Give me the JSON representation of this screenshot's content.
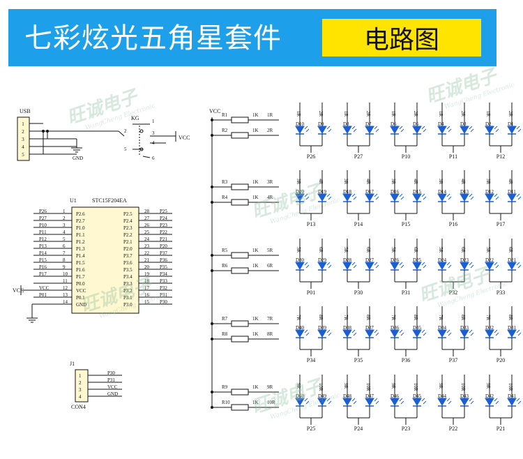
{
  "banner": {
    "title": "七彩炫光五角星套件",
    "badge": "电路图"
  },
  "watermark": {
    "name": "旺诚电子",
    "sub": "WangCheng Electronic"
  },
  "usb": {
    "ref": "USB",
    "pins": [
      "1",
      "2",
      "3",
      "4",
      "5"
    ],
    "gnd": "GND"
  },
  "switch": {
    "ref": "KG",
    "pins": [
      "1",
      "2",
      "3",
      "4",
      "5",
      "6"
    ],
    "vcc": "VCC"
  },
  "mcu": {
    "ref": "U1",
    "part": "STC15F204EA",
    "left_nets": [
      "P26",
      "P27",
      "P10",
      "P11",
      "P12",
      "P13",
      "P14",
      "P15",
      "P16",
      "P17",
      "",
      "VCC",
      "P01",
      ""
    ],
    "left_nums": [
      "1",
      "2",
      "3",
      "4",
      "5",
      "6",
      "7",
      "8",
      "9",
      "10",
      "11",
      "12",
      "13",
      "14"
    ],
    "left_pins": [
      "P2.6",
      "P2.7",
      "P1.0",
      "P1.1",
      "P1.2",
      "P1.3",
      "P1.4",
      "P1.5",
      "P1.6",
      "P1.7",
      "P0.0",
      "VCC",
      "P0.1",
      "GND"
    ],
    "right_pins": [
      "P2.5",
      "P2.4",
      "P2.3",
      "P2.2",
      "P2.1",
      "P2.0",
      "P3.7",
      "P3.6",
      "P3.5",
      "P3.4",
      "P3.3",
      "P3.2",
      "P3.1",
      "P3.0"
    ],
    "right_nums": [
      "28",
      "27",
      "26",
      "25",
      "24",
      "23",
      "22",
      "21",
      "20",
      "19",
      "18",
      "17",
      "16",
      "15"
    ],
    "right_nets": [
      "P25",
      "P24",
      "P23",
      "P22",
      "P21",
      "P20",
      "P37",
      "P36",
      "P35",
      "P34",
      "P33",
      "P32",
      "P31",
      "P30"
    ],
    "vcc": "VCC"
  },
  "conn": {
    "ref": "J1",
    "part": "CON4",
    "pins": [
      "1",
      "2",
      "3",
      "4"
    ],
    "nets": [
      "P30",
      "P31",
      "VCC",
      "GND"
    ]
  },
  "resistors": {
    "vcc": "VCC",
    "items": [
      {
        "ref": "R1",
        "val": "1K",
        "net": "1R"
      },
      {
        "ref": "R2",
        "val": "1K",
        "net": "2R"
      },
      {
        "ref": "R3",
        "val": "1K",
        "net": "3R"
      },
      {
        "ref": "R4",
        "val": "1K",
        "net": "4R"
      },
      {
        "ref": "R5",
        "val": "1K",
        "net": "5R"
      },
      {
        "ref": "R6",
        "val": "1K",
        "net": "6R"
      },
      {
        "ref": "R7",
        "val": "1K",
        "net": "7R"
      },
      {
        "ref": "R8",
        "val": "1K",
        "net": "8R"
      },
      {
        "ref": "R9",
        "val": "1K",
        "net": "9R"
      },
      {
        "ref": "R10",
        "val": "1K",
        "net": "10R"
      }
    ]
  },
  "leds": {
    "rows": [
      {
        "groups": [
          {
            "d": [
              "D10",
              "D9"
            ],
            "top": [
              "1R",
              "2R"
            ],
            "net": "P26"
          },
          {
            "d": [
              "D8",
              "D7"
            ],
            "top": [
              "1R",
              "2R"
            ],
            "net": "P27"
          },
          {
            "d": [
              "D6",
              "D5"
            ],
            "top": [
              "1R",
              "2R"
            ],
            "net": "P10"
          },
          {
            "d": [
              "D4",
              "D3"
            ],
            "top": [
              "1R",
              "2R"
            ],
            "net": "P11"
          },
          {
            "d": [
              "D2",
              "D1"
            ],
            "top": [
              "1R",
              "2R"
            ],
            "net": "P12"
          }
        ]
      },
      {
        "groups": [
          {
            "d": [
              "D20",
              "D19"
            ],
            "top": [
              "3R",
              "4R"
            ],
            "net": "P13"
          },
          {
            "d": [
              "D18",
              "D17"
            ],
            "top": [
              "3R",
              "4R"
            ],
            "net": "P14"
          },
          {
            "d": [
              "D16",
              "D15"
            ],
            "top": [
              "3R",
              "4R"
            ],
            "net": "P15"
          },
          {
            "d": [
              "D14",
              "D13"
            ],
            "top": [
              "3R",
              "4R"
            ],
            "net": "P16"
          },
          {
            "d": [
              "D12",
              "D11"
            ],
            "top": [
              "3R",
              "4R"
            ],
            "net": "P17"
          }
        ]
      },
      {
        "groups": [
          {
            "d": [
              "D30",
              "D29"
            ],
            "top": [
              "5R",
              "6R"
            ],
            "net": "P01"
          },
          {
            "d": [
              "D28",
              "D27"
            ],
            "top": [
              "5R",
              "6R"
            ],
            "net": "P30"
          },
          {
            "d": [
              "D26",
              "D25"
            ],
            "top": [
              "5R",
              "6R"
            ],
            "net": "P31"
          },
          {
            "d": [
              "D24",
              "D23"
            ],
            "top": [
              "5R",
              "6R"
            ],
            "net": "P32"
          },
          {
            "d": [
              "D22",
              "D21"
            ],
            "top": [
              "5R",
              "6R"
            ],
            "net": "P33"
          }
        ]
      },
      {
        "groups": [
          {
            "d": [
              "D40",
              "D39"
            ],
            "top": [
              "7R",
              "8R"
            ],
            "net": "P34"
          },
          {
            "d": [
              "D38",
              "D37"
            ],
            "top": [
              "7R",
              "8R"
            ],
            "net": "P35"
          },
          {
            "d": [
              "D36",
              "D35"
            ],
            "top": [
              "7R",
              "8R"
            ],
            "net": "P36"
          },
          {
            "d": [
              "D34",
              "D33"
            ],
            "top": [
              "7R",
              "8R"
            ],
            "net": "P37"
          },
          {
            "d": [
              "D32",
              "D31"
            ],
            "top": [
              "7R",
              "8R"
            ],
            "net": "P20"
          }
        ]
      },
      {
        "groups": [
          {
            "d": [
              "D50",
              "D49"
            ],
            "top": [
              "9R",
              "10R"
            ],
            "net": "P25"
          },
          {
            "d": [
              "D48",
              "D47"
            ],
            "top": [
              "9R",
              "10R"
            ],
            "net": "P24"
          },
          {
            "d": [
              "D46",
              "D45"
            ],
            "top": [
              "9R",
              "10R"
            ],
            "net": "P23"
          },
          {
            "d": [
              "D44",
              "D43"
            ],
            "top": [
              "9R",
              "10R"
            ],
            "net": "P22"
          },
          {
            "d": [
              "D42",
              "D41"
            ],
            "top": [
              "9R",
              "10R"
            ],
            "net": "P21"
          }
        ]
      }
    ]
  },
  "colors": {
    "banner": "#1e9fe9",
    "badge": "#ffe400",
    "led": "#1a5fd6",
    "wire": "#111111"
  }
}
